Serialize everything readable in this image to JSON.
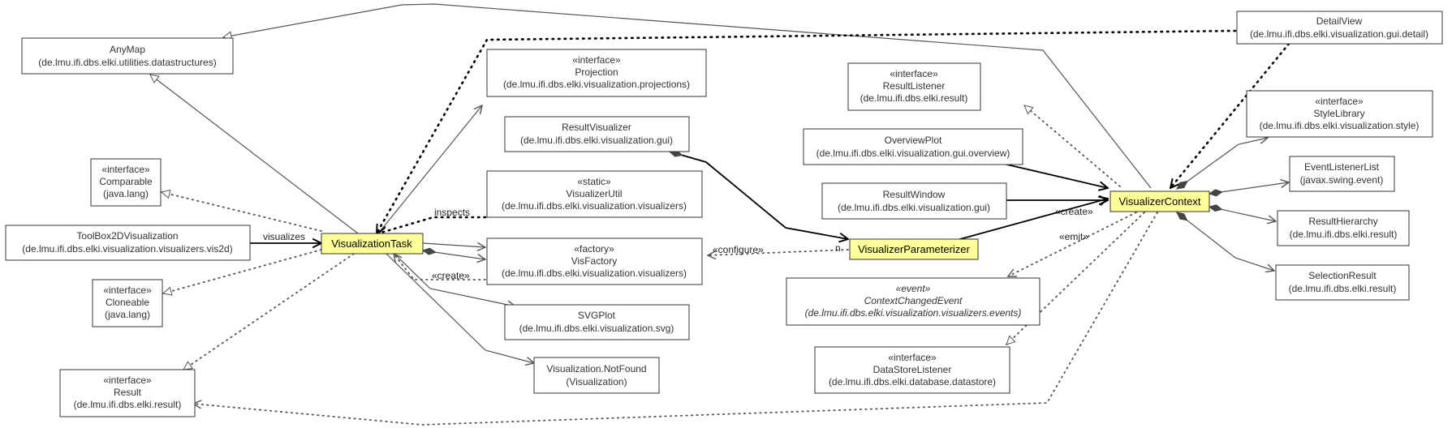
{
  "diagram": {
    "classes": [
      {
        "id": "anymap",
        "lines": [
          "AnyMap",
          "(de.lmu.ifi.dbs.elki.utilities.datastructures)"
        ]
      },
      {
        "id": "comparable",
        "lines": [
          "«interface»",
          "Comparable",
          "(java.lang)"
        ]
      },
      {
        "id": "toolbox2d",
        "lines": [
          "ToolBox2DVisualization",
          "(de.lmu.ifi.dbs.elki.visualization.visualizers.vis2d)"
        ]
      },
      {
        "id": "cloneable",
        "lines": [
          "«interface»",
          "Cloneable",
          "(java.lang)"
        ]
      },
      {
        "id": "result",
        "lines": [
          "«interface»",
          "Result",
          "(de.lmu.ifi.dbs.elki.result)"
        ]
      },
      {
        "id": "vistask",
        "lines": [
          "VisualizationTask"
        ],
        "highlight": true
      },
      {
        "id": "projection",
        "lines": [
          "«interface»",
          "Projection",
          "(de.lmu.ifi.dbs.elki.visualization.projections)"
        ]
      },
      {
        "id": "resultvisualizer",
        "lines": [
          "ResultVisualizer",
          "(de.lmu.ifi.dbs.elki.visualization.gui)"
        ]
      },
      {
        "id": "visualizerutil",
        "lines": [
          "«static»",
          "VisualizerUtil",
          "(de.lmu.ifi.dbs.elki.visualization.visualizers)"
        ]
      },
      {
        "id": "visfactory",
        "lines": [
          "«factory»",
          "VisFactory",
          "(de.lmu.ifi.dbs.elki.visualization.visualizers)"
        ]
      },
      {
        "id": "svgplot",
        "lines": [
          "SVGPlot",
          "(de.lmu.ifi.dbs.elki.visualization.svg)"
        ]
      },
      {
        "id": "notfound",
        "lines": [
          "Visualization.NotFound",
          "(Visualization)"
        ]
      },
      {
        "id": "resultlistener",
        "lines": [
          "«interface»",
          "ResultListener",
          "(de.lmu.ifi.dbs.elki.result)"
        ]
      },
      {
        "id": "overviewplot",
        "lines": [
          "OverviewPlot",
          "(de.lmu.ifi.dbs.elki.visualization.gui.overview)"
        ]
      },
      {
        "id": "resultwindow",
        "lines": [
          "ResultWindow",
          "(de.lmu.ifi.dbs.elki.visualization.gui)"
        ]
      },
      {
        "id": "visparam",
        "lines": [
          "VisualizerParameterizer"
        ],
        "highlight": true
      },
      {
        "id": "contextchanged",
        "lines": [
          "«event»",
          "ContextChangedEvent",
          "(de.lmu.ifi.dbs.elki.visualization.visualizers.events)"
        ],
        "italic": true
      },
      {
        "id": "datastorelistener",
        "lines": [
          "«interface»",
          "DataStoreListener",
          "(de.lmu.ifi.dbs.elki.database.datastore)"
        ]
      },
      {
        "id": "viscontext",
        "lines": [
          "VisualizerContext"
        ],
        "highlight": true
      },
      {
        "id": "detailview",
        "lines": [
          "DetailView",
          "(de.lmu.ifi.dbs.elki.visualization.gui.detail)"
        ]
      },
      {
        "id": "stylelibrary",
        "lines": [
          "«interface»",
          "StyleLibrary",
          "(de.lmu.ifi.dbs.elki.visualization.style)"
        ]
      },
      {
        "id": "eventlistenerlist",
        "lines": [
          "EventListenerList",
          "(javax.swing.event)"
        ]
      },
      {
        "id": "resulthierarchy",
        "lines": [
          "ResultHierarchy",
          "(de.lmu.ifi.dbs.elki.result)"
        ]
      },
      {
        "id": "selectionresult",
        "lines": [
          "SelectionResult",
          "(de.lmu.ifi.dbs.elki.result)"
        ]
      }
    ],
    "edge_labels": {
      "visualizes": "visualizes",
      "inspects": "inspects",
      "create_task": "«create»",
      "configure": "«configure»",
      "create_ctx": "«create»",
      "emit": "«emit»",
      "multiplicity": "n"
    }
  }
}
